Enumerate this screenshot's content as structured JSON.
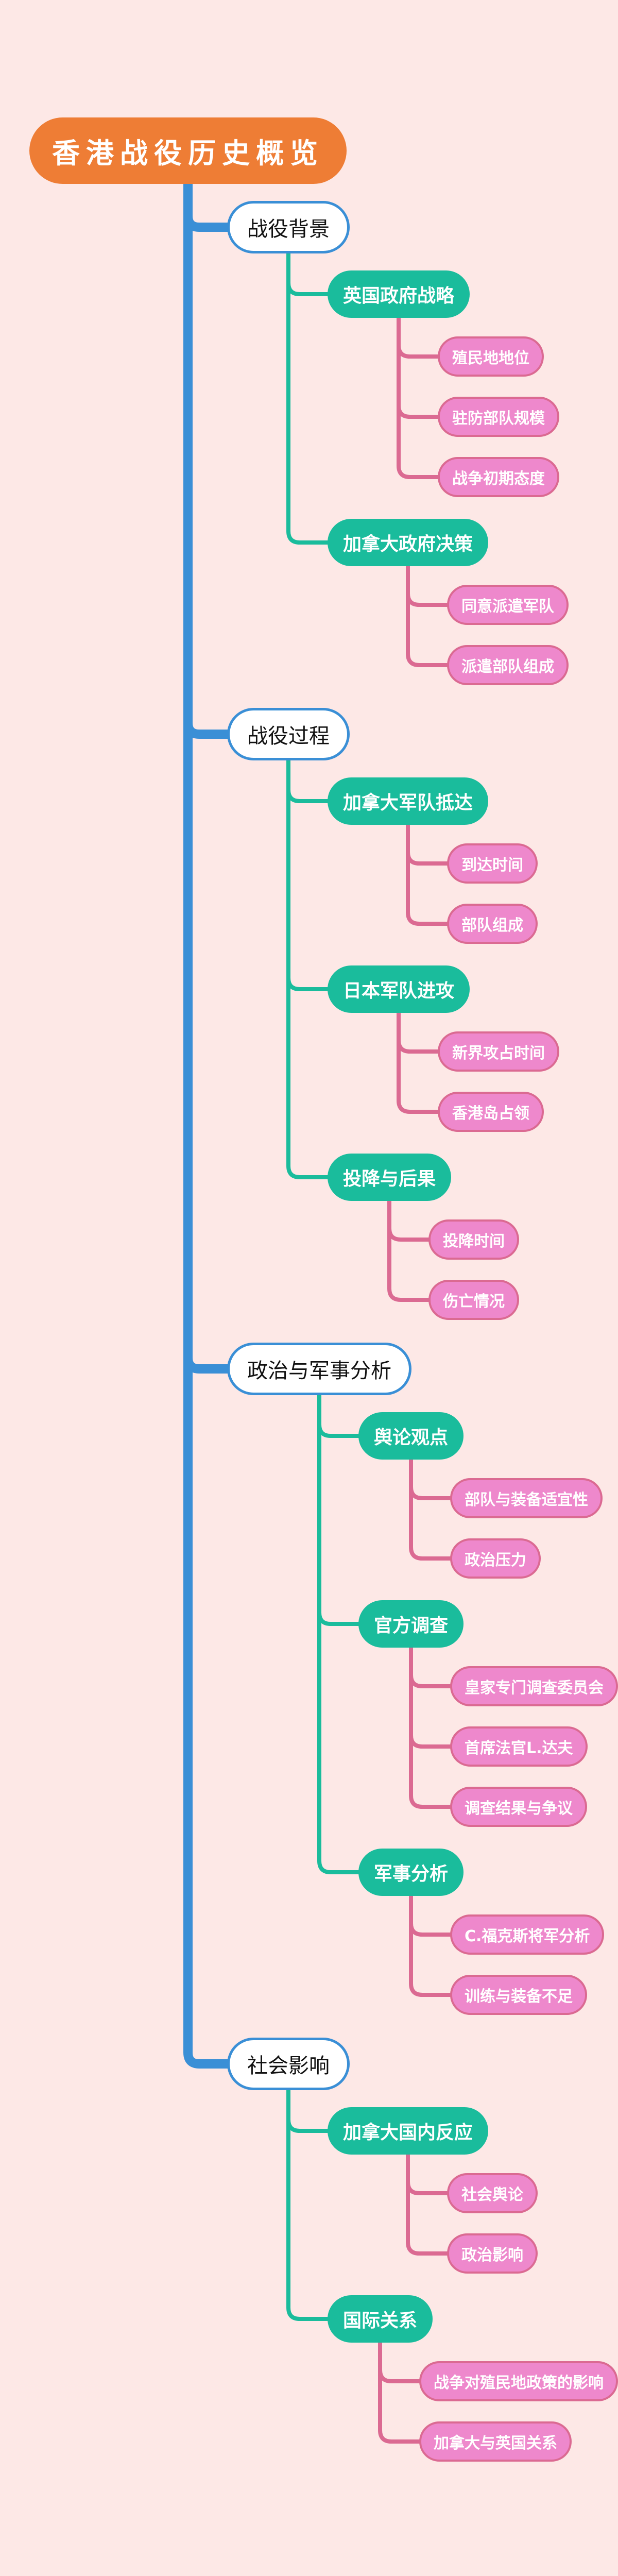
{
  "colors": {
    "background": "#FDE8E6",
    "root": "#EE7D35",
    "level1_border": "#3A8FD6",
    "level2": "#1ABC9C",
    "level3_fill": "#EE88CC",
    "level3_border": "#DB6A92"
  },
  "mindmap": {
    "label": "香港战役历史概览",
    "children": [
      {
        "label": "战役背景",
        "children": [
          {
            "label": "英国政府战略",
            "children": [
              {
                "label": "殖民地地位"
              },
              {
                "label": "驻防部队规模"
              },
              {
                "label": "战争初期态度"
              }
            ]
          },
          {
            "label": "加拿大政府决策",
            "children": [
              {
                "label": "同意派遣军队"
              },
              {
                "label": "派遣部队组成"
              }
            ]
          }
        ]
      },
      {
        "label": "战役过程",
        "children": [
          {
            "label": "加拿大军队抵达",
            "children": [
              {
                "label": "到达时间"
              },
              {
                "label": "部队组成"
              }
            ]
          },
          {
            "label": "日本军队进攻",
            "children": [
              {
                "label": "新界攻占时间"
              },
              {
                "label": "香港岛占领"
              }
            ]
          },
          {
            "label": "投降与后果",
            "children": [
              {
                "label": "投降时间"
              },
              {
                "label": "伤亡情况"
              }
            ]
          }
        ]
      },
      {
        "label": "政治与军事分析",
        "children": [
          {
            "label": "舆论观点",
            "children": [
              {
                "label": "部队与装备适宜性"
              },
              {
                "label": "政治压力"
              }
            ]
          },
          {
            "label": "官方调查",
            "children": [
              {
                "label": "皇家专门调查委员会"
              },
              {
                "label": "首席法官L.达夫"
              },
              {
                "label": "调查结果与争议"
              }
            ]
          },
          {
            "label": "军事分析",
            "children": [
              {
                "label": "C.福克斯将军分析"
              },
              {
                "label": "训练与装备不足"
              }
            ]
          }
        ]
      },
      {
        "label": "社会影响",
        "children": [
          {
            "label": "加拿大国内反应",
            "children": [
              {
                "label": "社会舆论"
              },
              {
                "label": "政治影响"
              }
            ]
          },
          {
            "label": "国际关系",
            "children": [
              {
                "label": "战争对殖民地政策的影响"
              },
              {
                "label": "加拿大与英国关系"
              }
            ]
          }
        ]
      }
    ]
  }
}
